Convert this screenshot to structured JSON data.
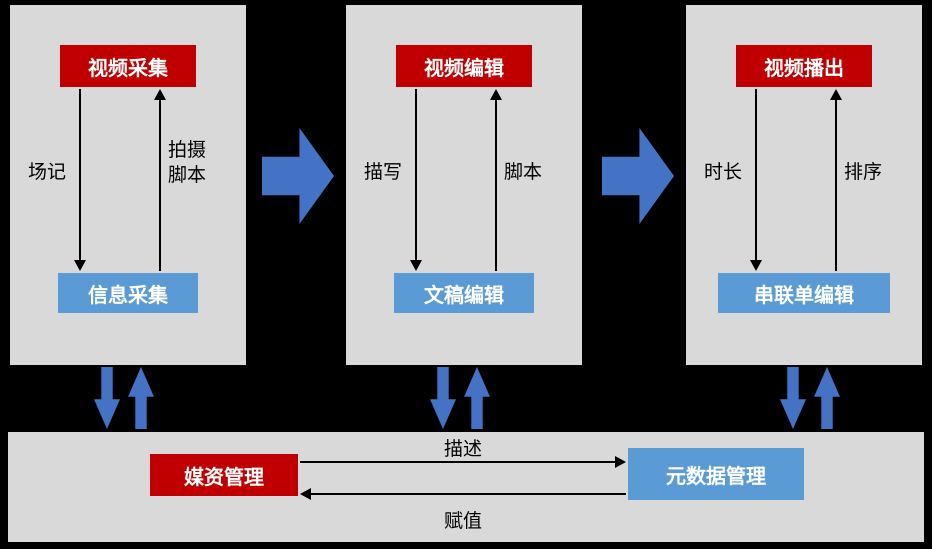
{
  "panels": [
    {
      "top_box": "视频采集",
      "bottom_box": "信息采集",
      "down_label": "场记",
      "up_label": "拍摄\n脚本"
    },
    {
      "top_box": "视频编辑",
      "bottom_box": "文稿编辑",
      "down_label": "描写",
      "up_label": "脚本"
    },
    {
      "top_box": "视频播出",
      "bottom_box": "串联单编辑",
      "down_label": "时长",
      "up_label": "排序"
    }
  ],
  "bottom_panel": {
    "media_box": "媒资管理",
    "metadata_box": "元数据管理",
    "describe_label": "描述",
    "assign_label": "赋值"
  },
  "colors": {
    "background": "#000000",
    "panel": "#D9D9D9",
    "red_box": "#C00000",
    "blue_box": "#5B9BD5",
    "flow_arrow": "#4472C4",
    "box_text": "#FFFFFF",
    "label_text": "#000000"
  }
}
